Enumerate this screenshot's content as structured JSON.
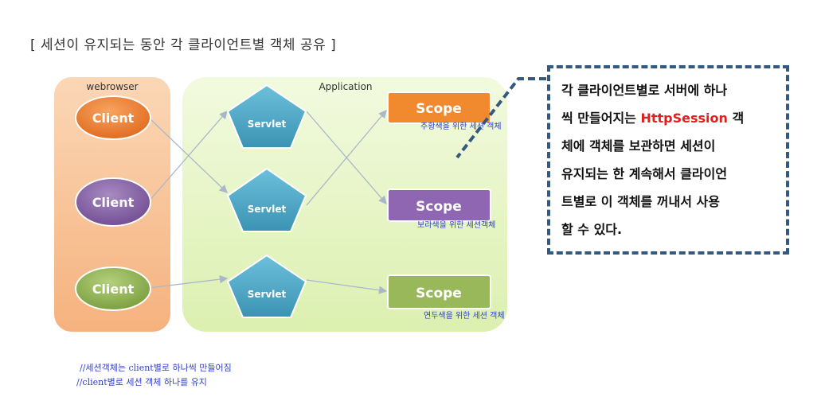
{
  "heading": "[ 세션이 유지되는 동안 각 클라이언트별 객체 공유 ]",
  "diagram": {
    "webbrowser_label": "webrowser",
    "application_label": "Application",
    "clients": [
      "Client",
      "Client",
      "Client"
    ],
    "servlets": [
      "Servlet",
      "Servlet",
      "Servlet"
    ],
    "scopes": [
      "Scope",
      "Scope",
      "Scope"
    ],
    "colors": {
      "browser_panel": "#f7c49a",
      "app_panel": "#e6f5c8",
      "client_orange": "#ec7a2c",
      "client_purple": "#8a62a8",
      "client_green": "#8fb454",
      "servlet": "#4fa9c6",
      "scope_orange": "#f18a2e",
      "scope_purple": "#8e66b2",
      "scope_green": "#98b85a",
      "callout_border": "#34597f",
      "highlight": "#e02020",
      "caption_text": "#2f3fc8"
    }
  },
  "scope_captions": [
    "주황색을 위한 세션 객체",
    "보라색을 위한 세션객체",
    "연두색을 위한 세션 객체"
  ],
  "callout": {
    "line1": "각 클라이언트별로 서버에 하나",
    "line2_pre": "씩 만들어지는 ",
    "line2_hl": "HttpSession",
    "line2_post": " 객",
    "line3": "체에 객체를 보관하면 세션이",
    "line4": "유지되는 한 계속해서 클라이언",
    "line5": "트별로 이 객체를 꺼내서 사용",
    "line6": "할 수 있다."
  },
  "notes": [
    "//세션객체는 client별로 하나씩 만들어짐",
    "//client별로 세션 객체 하나를 유지"
  ]
}
